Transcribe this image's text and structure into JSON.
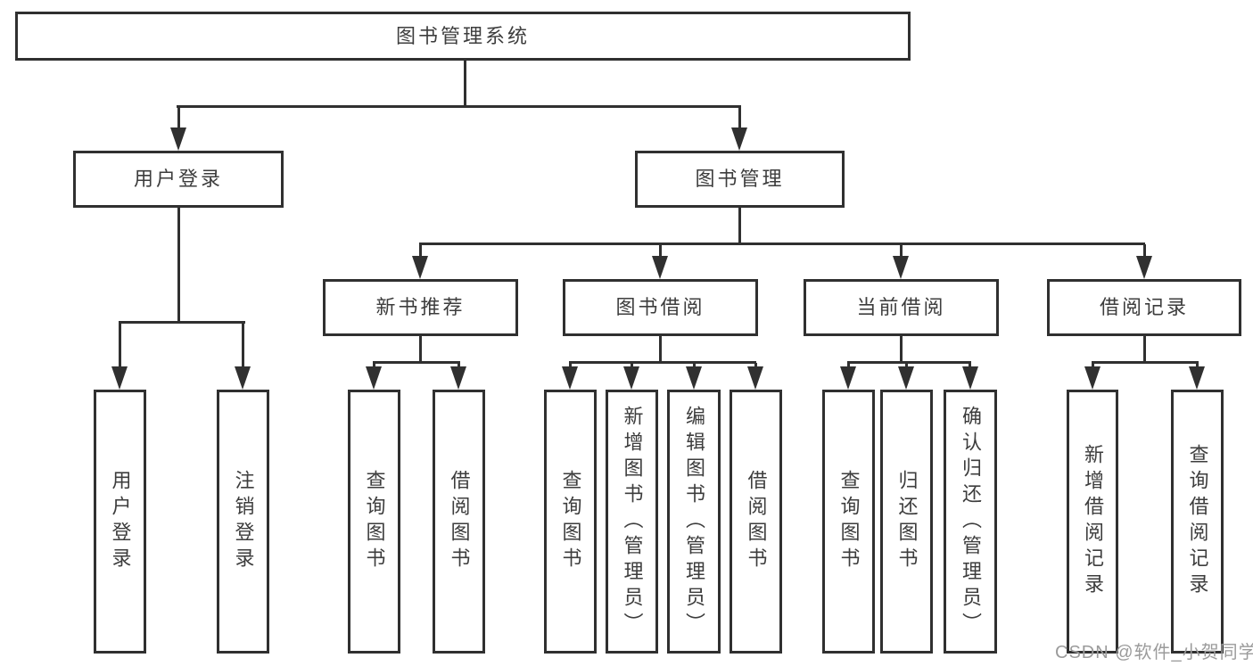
{
  "nodes": {
    "root": {
      "label": "图书管理系统"
    },
    "user_login": {
      "label": "用户登录"
    },
    "book_management": {
      "label": "图书管理"
    },
    "new_book_recommend": {
      "label": "新书推荐"
    },
    "book_borrowing": {
      "label": "图书借阅"
    },
    "current_borrowing": {
      "label": "当前借阅"
    },
    "borrowing_records": {
      "label": "借阅记录"
    },
    "leaf_user_login": {
      "label": "用户登录"
    },
    "leaf_logout": {
      "label": "注销登录"
    },
    "leaf_query_books_recommend": {
      "label": "查询图书"
    },
    "leaf_borrow_books_recommend": {
      "label": "借阅图书"
    },
    "leaf_query_books_borrowing": {
      "label": "查询图书"
    },
    "leaf_add_books_admin": {
      "label": "新增图书（管理员）"
    },
    "leaf_edit_books_admin": {
      "label": "编辑图书（管理员）"
    },
    "leaf_borrow_books_borrowing": {
      "label": "借阅图书"
    },
    "leaf_query_books_current": {
      "label": "查询图书"
    },
    "leaf_return_books": {
      "label": "归还图书"
    },
    "leaf_confirm_return_admin": {
      "label": "确认归还（管理员）"
    },
    "leaf_add_borrow_record": {
      "label": "新增借阅记录"
    },
    "leaf_query_borrow_record": {
      "label": "查询借阅记录"
    }
  },
  "watermark": {
    "text": "CSDN @软件_小贺同学"
  },
  "colors": {
    "line": "#303030",
    "text": "#3d3d3d",
    "background": "#ffffff",
    "watermark": "#9b9b9b"
  }
}
